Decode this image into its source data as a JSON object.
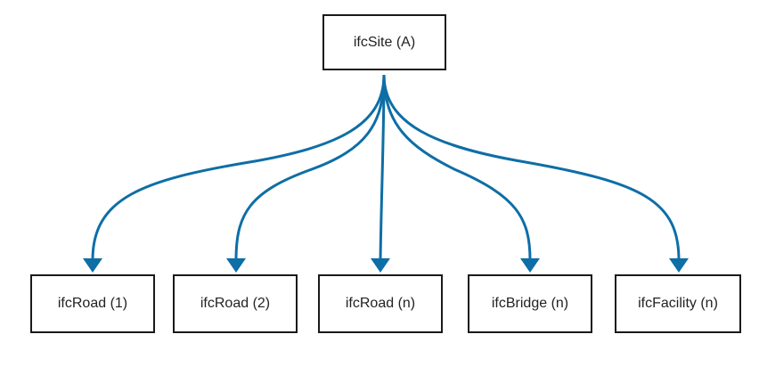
{
  "diagram": {
    "root": {
      "label": "ifcSite (A)"
    },
    "children": [
      {
        "label": "ifcRoad (1)"
      },
      {
        "label": "ifcRoad (2)"
      },
      {
        "label": "ifcRoad (n)"
      },
      {
        "label": "ifcBridge (n)"
      },
      {
        "label": "ifcFacility (n)"
      }
    ],
    "edge_color": "#0e6ea6",
    "node_border_color": "#1a1a1a"
  }
}
